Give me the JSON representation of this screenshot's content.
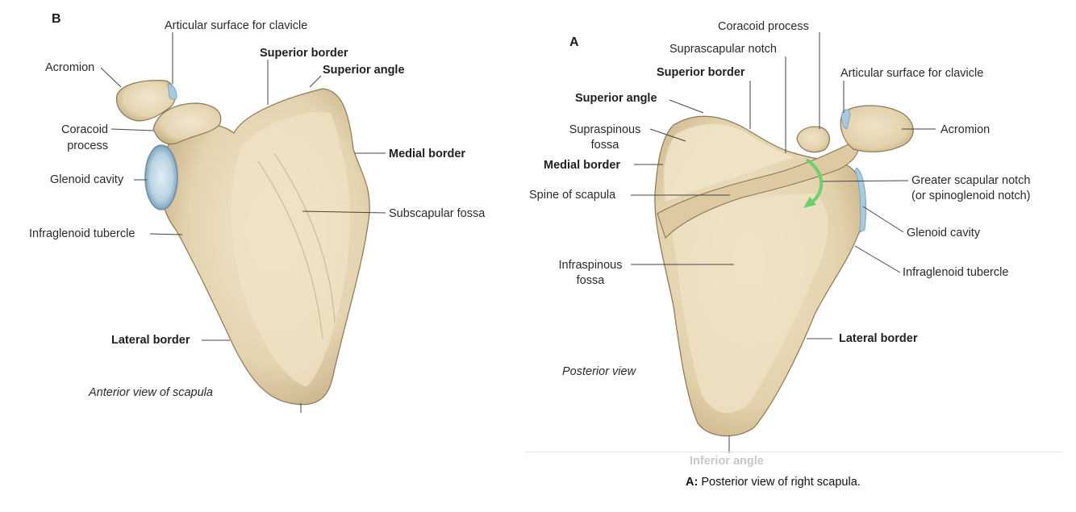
{
  "panel_b": {
    "letter": "B",
    "labels": {
      "articular_surface": "Articular surface for clavicle",
      "acromion": "Acromion",
      "superior_border": "Superior border",
      "superior_angle": "Superior angle",
      "coracoid_line1": "Coracoid",
      "coracoid_line2": "process",
      "medial_border": "Medial border",
      "glenoid_cavity": "Glenoid cavity",
      "subscapular_fossa": "Subscapular fossa",
      "infraglenoid_tubercle": "Infraglenoid tubercle",
      "lateral_border": "Lateral border"
    },
    "view_caption": "Anterior view of scapula"
  },
  "panel_a": {
    "letter": "A",
    "labels": {
      "coracoid_process": "Coracoid process",
      "suprascapular_notch": "Suprascapular notch",
      "superior_border": "Superior border",
      "articular_surface": "Articular surface for clavicle",
      "superior_angle": "Superior angle",
      "acromion": "Acromion",
      "supraspinous_line1": "Supraspinous",
      "supraspinous_line2": "fossa",
      "medial_border": "Medial border",
      "greater_notch_line1": "Greater scapular notch",
      "greater_notch_line2": "(or spinoglenoid notch)",
      "spine_of_scapula": "Spine of scapula",
      "glenoid_cavity": "Glenoid cavity",
      "infraspinous_line1": "Infraspinous",
      "infraspinous_line2": "fossa",
      "infraglenoid_tubercle": "Infraglenoid tubercle",
      "lateral_border": "Lateral border",
      "inferior_angle": "Inferior angle"
    },
    "view_caption": "Posterior view"
  },
  "caption": {
    "prefix": "A:",
    "text": " Posterior view of right scapula."
  },
  "colors": {
    "bone": "#e9dcc0",
    "bone_shadow": "#b9a47c",
    "bone_outline": "#8a7756",
    "cartilage": "#a9c9de",
    "arrow": "#6fcf6f",
    "leader": "#444444"
  }
}
